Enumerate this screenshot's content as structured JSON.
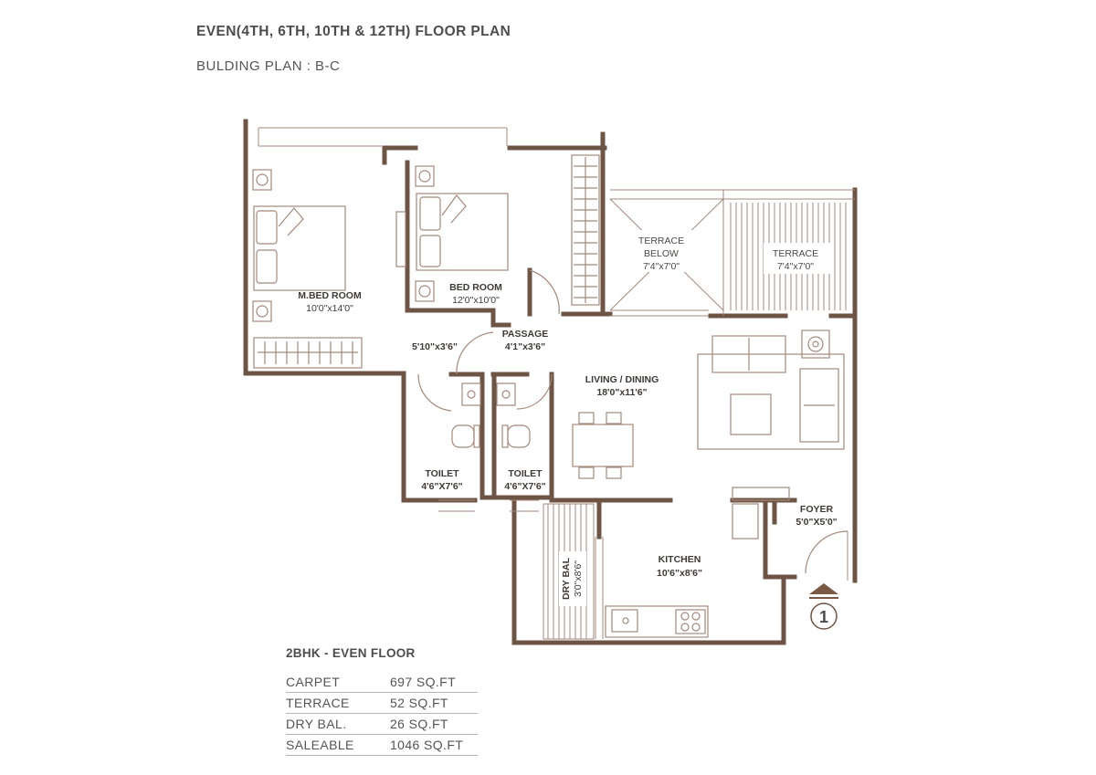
{
  "header": {
    "title": "EVEN(4TH, 6TH, 10TH & 12TH) FLOOR PLAN",
    "subtitle": "BULDING PLAN : B-C"
  },
  "rooms": {
    "m_bed": {
      "name": "M.BED ROOM",
      "dim": "10'0\"x14'0\""
    },
    "bed": {
      "name": "BED ROOM",
      "dim": "12'0\"x10'0\""
    },
    "terrace_below": {
      "name_1": "TERRACE",
      "name_2": "BELOW",
      "dim": "7'4\"x7'0\""
    },
    "terrace": {
      "name": "TERRACE",
      "dim": "7'4\"x7'0\""
    },
    "passage_left": {
      "dim": "5'10\"x3'6\""
    },
    "passage": {
      "name": "PASSAGE",
      "dim": "4'1\"x3'6\""
    },
    "living": {
      "name": "LIVING / DINING",
      "dim": "18'0\"x11'6\""
    },
    "toilet_1": {
      "name": "TOILET",
      "dim": "4'6\"X7'6\""
    },
    "toilet_2": {
      "name": "TOILET",
      "dim": "4'6\"X7'6\""
    },
    "foyer": {
      "name": "FOYER",
      "dim": "5'0\"X5'0\""
    },
    "kitchen": {
      "name": "KITCHEN",
      "dim": "10'6\"x8'6\""
    },
    "dry_bal": {
      "name": "DRY BAL",
      "dim": "3'0\"x8'6\""
    }
  },
  "entrance": {
    "number": "1",
    "icon": "entrance-arrow-icon"
  },
  "area_table": {
    "title": "2BHK - EVEN FLOOR",
    "rows": [
      {
        "label": "CARPET",
        "value": "697 SQ.FT"
      },
      {
        "label": "TERRACE",
        "value": "52 SQ.FT"
      },
      {
        "label": "DRY BAL.",
        "value": "26 SQ.FT"
      },
      {
        "label": "SALEABLE",
        "value": "1046 SQ.FT"
      }
    ]
  },
  "colors": {
    "wall": "#6e5444",
    "furniture": "#a4897a",
    "accent": "#7a5a45"
  }
}
